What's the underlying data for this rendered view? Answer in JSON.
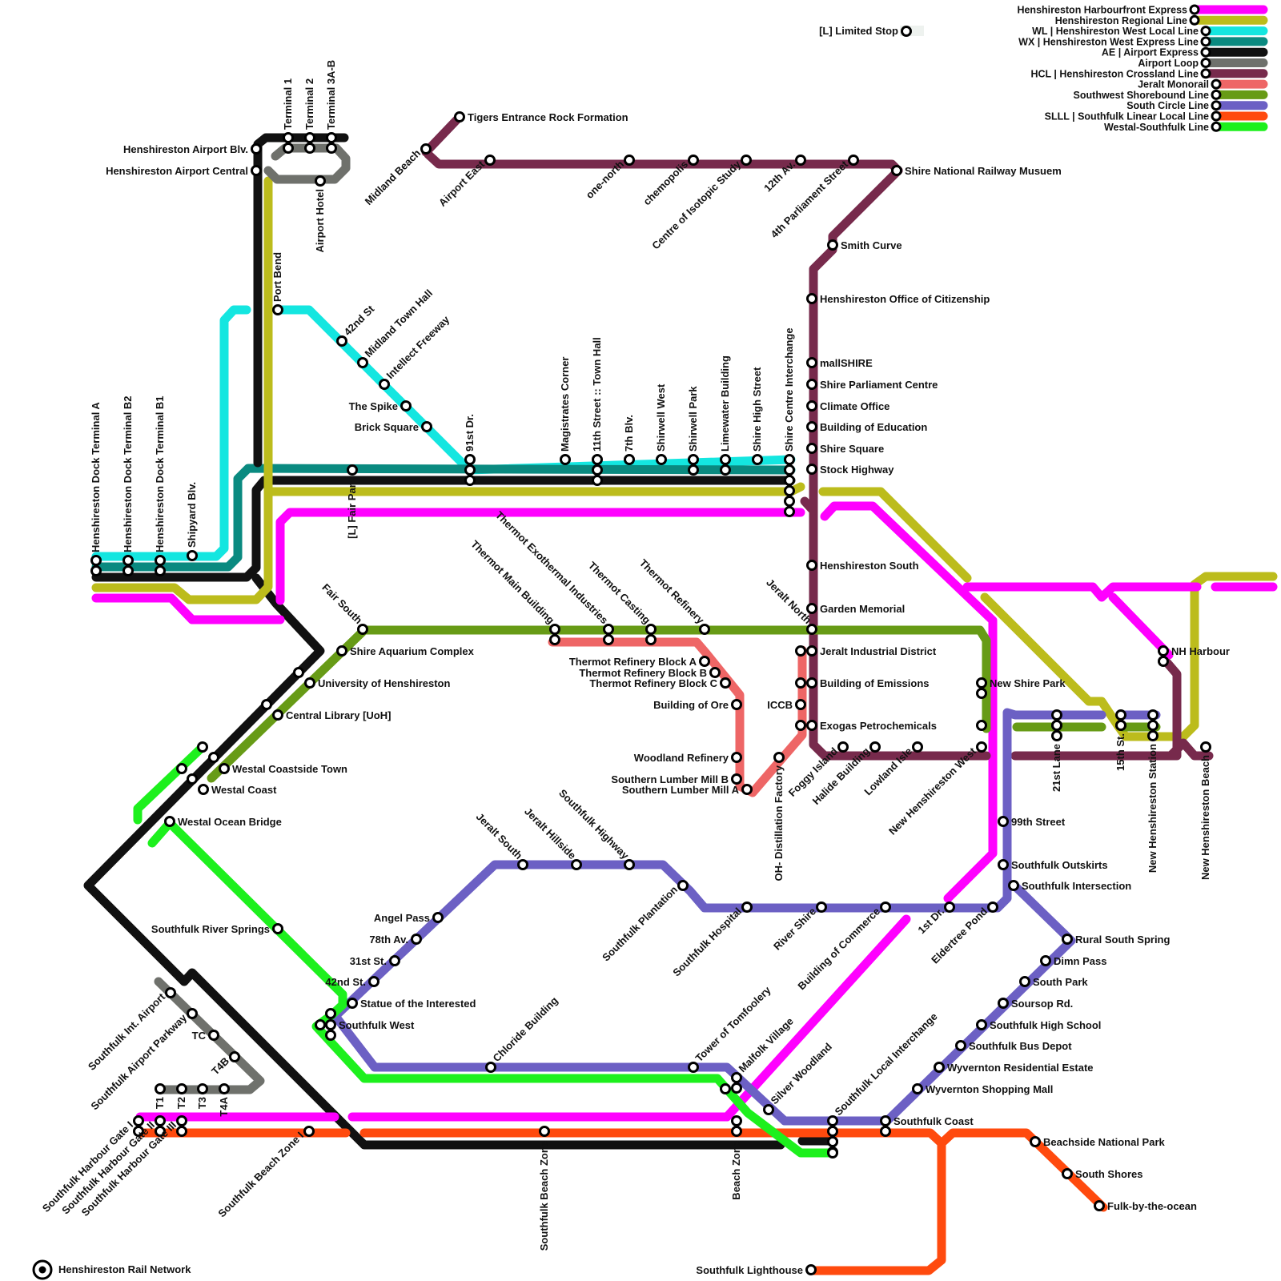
{
  "network_title": "Henshireston Rail Network",
  "limited_stop_label": "[L] Limited Stop",
  "lines": [
    {
      "id": "hhe",
      "name": "Henshireston Harbourfront Express",
      "color": "#ff00ff"
    },
    {
      "id": "hrl",
      "name": "Henshireston Regional Line",
      "color": "#bcbc1c"
    },
    {
      "id": "wl",
      "name": "WL | Henshireston West Local Line",
      "color": "#14e6e0"
    },
    {
      "id": "wx",
      "name": "WX | Henshireston West Express Line",
      "color": "#0a8a80"
    },
    {
      "id": "ae",
      "name": "AE | Airport Express",
      "color": "#111111"
    },
    {
      "id": "al",
      "name": "Airport Loop",
      "color": "#6f716c"
    },
    {
      "id": "hcl",
      "name": "HCL | Henshireston Crossland Line",
      "color": "#772a4c"
    },
    {
      "id": "jm",
      "name": "Jeralt Monorail",
      "color": "#ee6666"
    },
    {
      "id": "ssl",
      "name": "Southwest Shorebound Line",
      "color": "#679b16"
    },
    {
      "id": "scl",
      "name": "South Circle Line",
      "color": "#6c60c4"
    },
    {
      "id": "slll",
      "name": "SLLL | Southfulk Linear Local Line",
      "color": "#ff4a0e"
    },
    {
      "id": "wsl",
      "name": "Westal-Southfulk Line",
      "color": "#1df01d"
    }
  ],
  "stations": [
    {
      "name": "Henshireston Dock Terminal A"
    },
    {
      "name": "Henshireston Dock Terminal B2"
    },
    {
      "name": "Henshireston Dock Terminal B1"
    },
    {
      "name": "Shipyard Blv."
    },
    {
      "name": "[L] Fair Park"
    },
    {
      "name": "Henshireston Airport Blv."
    },
    {
      "name": "Henshireston Airport Central"
    },
    {
      "name": "Terminal 1"
    },
    {
      "name": "Terminal 2"
    },
    {
      "name": "Terminal 3A-B"
    },
    {
      "name": "Airport Hotel"
    },
    {
      "name": "Port Bend"
    },
    {
      "name": "42nd St"
    },
    {
      "name": "Midland Town Hall"
    },
    {
      "name": "Intellect Freeway"
    },
    {
      "name": "The Spike"
    },
    {
      "name": "Brick Square"
    },
    {
      "name": "91st Dr."
    },
    {
      "name": "Magistrates Corner"
    },
    {
      "name": "11th Street :: Town Hall"
    },
    {
      "name": "7th Blv."
    },
    {
      "name": "Shirwell West"
    },
    {
      "name": "Shirwell Park"
    },
    {
      "name": "Limewater Building"
    },
    {
      "name": "Shire High Street"
    },
    {
      "name": "Shire Centre Interchange"
    },
    {
      "name": "Tigers Entrance Rock Formation"
    },
    {
      "name": "Midland Beach"
    },
    {
      "name": "Airport East"
    },
    {
      "name": "one-north"
    },
    {
      "name": "chemopolis"
    },
    {
      "name": "Centre of Isotopic Study"
    },
    {
      "name": "12th Av."
    },
    {
      "name": "4th Parliament Street"
    },
    {
      "name": "Shire National Railway Musuem"
    },
    {
      "name": "Smith Curve"
    },
    {
      "name": "Henshireston Office of Citizenship"
    },
    {
      "name": "mallSHIRE"
    },
    {
      "name": "Shire Parliament Centre"
    },
    {
      "name": "Climate Office"
    },
    {
      "name": "Building of Education"
    },
    {
      "name": "Shire Square"
    },
    {
      "name": "Stock Highway"
    },
    {
      "name": "Henshireston South"
    },
    {
      "name": "Garden Memorial"
    },
    {
      "name": "Jeralt North"
    },
    {
      "name": "Jeralt Industrial District"
    },
    {
      "name": "Building of Emissions"
    },
    {
      "name": "ICCB"
    },
    {
      "name": "Exogas Petrochemicals"
    },
    {
      "name": "Fair South"
    },
    {
      "name": "Shire Aquarium Complex"
    },
    {
      "name": "University of Henshireston"
    },
    {
      "name": "Central Library [UoH]"
    },
    {
      "name": "Westal Coastside Town"
    },
    {
      "name": "Westal Coast"
    },
    {
      "name": "Westal Ocean Bridge"
    },
    {
      "name": "Thermot Main Building"
    },
    {
      "name": "Thermot Exothermal Industries"
    },
    {
      "name": "Thermot Casting"
    },
    {
      "name": "Thermot Refinery"
    },
    {
      "name": "Thermot Refinery Block A"
    },
    {
      "name": "Thermot Refinery Block B"
    },
    {
      "name": "Thermot Refinery Block C"
    },
    {
      "name": "Building of Ore"
    },
    {
      "name": "Woodland Refinery"
    },
    {
      "name": "Southern Lumber Mill B"
    },
    {
      "name": "Southern Lumber Mill A"
    },
    {
      "name": "OH- Distillation Factory"
    },
    {
      "name": "Foggy Island"
    },
    {
      "name": "Halide Building"
    },
    {
      "name": "Lowland Isle"
    },
    {
      "name": "New Henshireston West"
    },
    {
      "name": "New Shire Park"
    },
    {
      "name": "21st Lane"
    },
    {
      "name": "15th St."
    },
    {
      "name": "New Henshireston Station"
    },
    {
      "name": "New Henshireston Beach"
    },
    {
      "name": "NH Harbour"
    },
    {
      "name": "99th Street"
    },
    {
      "name": "Southfulk Outskirts"
    },
    {
      "name": "Southfulk Intersection"
    },
    {
      "name": "Rural South Spring"
    },
    {
      "name": "Dimn Pass"
    },
    {
      "name": "South Park"
    },
    {
      "name": "Soursop Rd."
    },
    {
      "name": "Southfulk High School"
    },
    {
      "name": "Southfulk Bus Depot"
    },
    {
      "name": "Wyvernton Residential Estate"
    },
    {
      "name": "Wyvernton Shopping Mall"
    },
    {
      "name": "Southfulk Coast"
    },
    {
      "name": "Beachside National Park"
    },
    {
      "name": "South Shores"
    },
    {
      "name": "Fulk-by-the-ocean"
    },
    {
      "name": "Southfulk Lighthouse"
    },
    {
      "name": "Jeralt South"
    },
    {
      "name": "Jeralt Hillside"
    },
    {
      "name": "Southfulk Highway"
    },
    {
      "name": "Southfulk Plantation"
    },
    {
      "name": "Southfulk Hospital"
    },
    {
      "name": "River Shire"
    },
    {
      "name": "Building of Commerce"
    },
    {
      "name": "1st Dr."
    },
    {
      "name": "Eldertree Pond"
    },
    {
      "name": "Angel Pass"
    },
    {
      "name": "78th Av."
    },
    {
      "name": "31st St."
    },
    {
      "name": "42nd St."
    },
    {
      "name": "Statue of the Interested"
    },
    {
      "name": "Southfulk West"
    },
    {
      "name": "Southfulk River Springs"
    },
    {
      "name": "Chloride Building"
    },
    {
      "name": "Tower of Tomfoolery"
    },
    {
      "name": "Malfolk Village"
    },
    {
      "name": "Silver Woodland"
    },
    {
      "name": "Southfulk Local Interchange"
    },
    {
      "name": "Beach Zone"
    },
    {
      "name": "Southfulk Beach Zone"
    },
    {
      "name": "Southfulk Beach Zone I"
    },
    {
      "name": "Southfulk Int. Airport"
    },
    {
      "name": "Southfulk Airport Parkway"
    },
    {
      "name": "TC"
    },
    {
      "name": "T4B"
    },
    {
      "name": "T1"
    },
    {
      "name": "T2"
    },
    {
      "name": "T3"
    },
    {
      "name": "T4A"
    },
    {
      "name": "Southfulk Harbour Gate I"
    },
    {
      "name": "Southfulk Harbour Gate II"
    },
    {
      "name": "Southfulk Harbour Gate III"
    }
  ]
}
